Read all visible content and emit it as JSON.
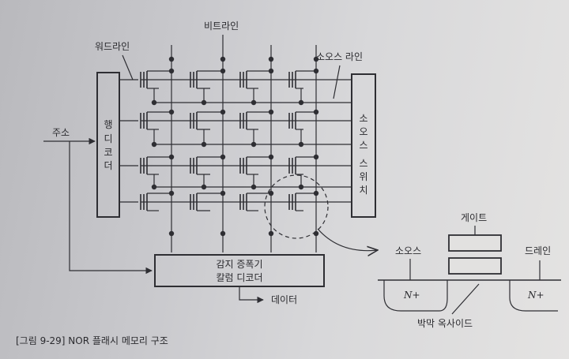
{
  "labels": {
    "bit_line": "비트라인",
    "word_line": "워드라인",
    "source_line": "소오스 라인",
    "address": "주소",
    "row_decoder": [
      "행",
      "디",
      "코",
      "더"
    ],
    "source_switch": [
      "소",
      "오",
      "스",
      "스",
      "위",
      "치"
    ],
    "sense_amp_line1": "감지 증폭기",
    "sense_amp_line2": "칼럼 디코더",
    "data": "데이터",
    "gate": "게이트",
    "source": "소오스",
    "drain": "드레인",
    "n_plus": "N+",
    "thin_oxide": "박막 옥사이드"
  },
  "caption": "[그림 9-29] NOR 플래시 메모리 구조"
}
